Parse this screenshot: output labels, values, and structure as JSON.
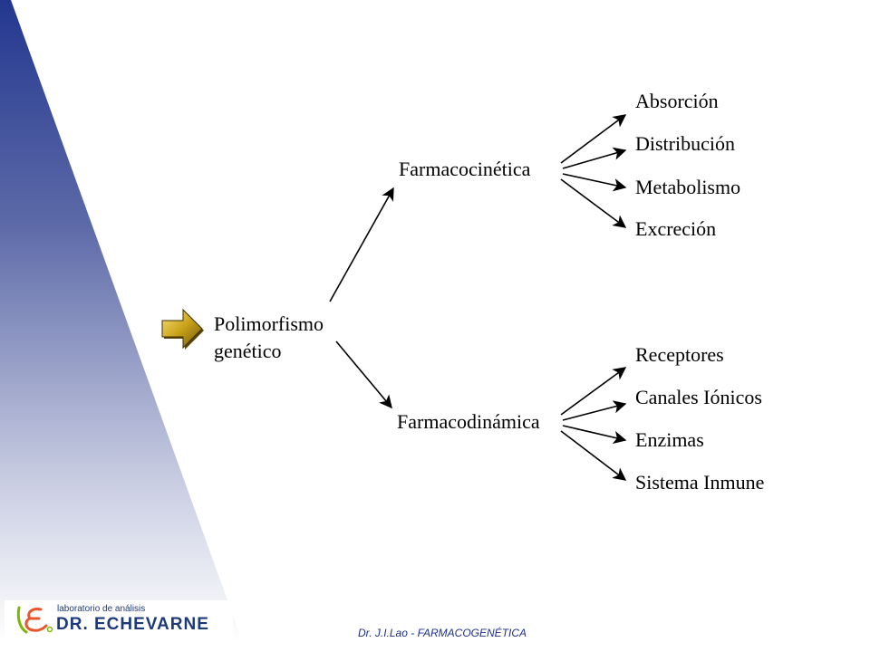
{
  "diagram": {
    "root": {
      "line1": "Polimorfismo",
      "line2": "genético"
    },
    "branches": [
      {
        "label": "Farmacocinética",
        "leaves": [
          "Absorción",
          "Distribución",
          "Metabolismo",
          "Excreción"
        ]
      },
      {
        "label": "Farmacodinámica",
        "leaves": [
          "Receptores",
          "Canales Iónicos",
          "Enzimas",
          "Sistema Inmune"
        ]
      }
    ]
  },
  "logo": {
    "small_text": "laboratorio de análisis",
    "name": "DR. ECHEVARNE"
  },
  "footer": {
    "text": "Dr. J.I.Lao - FARMACOGENÉTICA"
  },
  "colors": {
    "triangle_dark": "#23378f",
    "triangle_light": "#ffffff",
    "bullet": "#c9a21a",
    "logo_green": "#7ab800",
    "logo_orange": "#e8572c"
  },
  "icons": {
    "bullet": "gold-arrow-icon",
    "logo": "echevarne-logo-icon"
  }
}
